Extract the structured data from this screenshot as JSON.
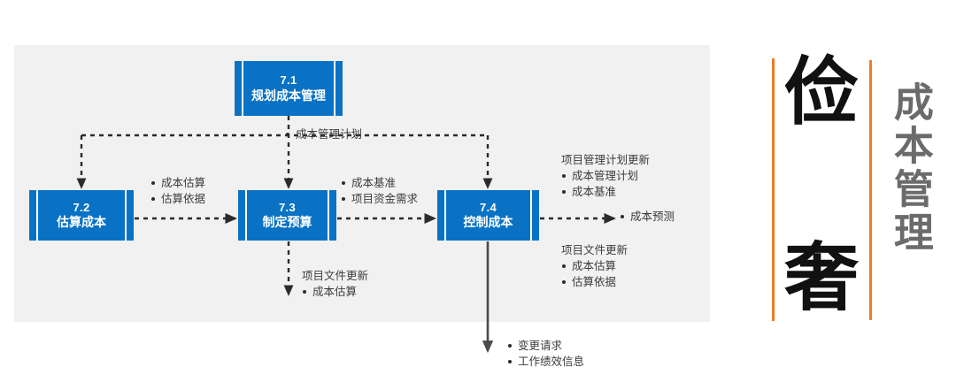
{
  "diagram": {
    "type": "flow",
    "panel_color": "#f1f1f1",
    "box_color": "#0a72c4",
    "boxes": [
      {
        "id": "7.1",
        "number": "7.1",
        "name": "规划成本管理"
      },
      {
        "id": "7.2",
        "number": "7.2",
        "name": "估算成本"
      },
      {
        "id": "7.3",
        "number": "7.3",
        "name": "制定预算"
      },
      {
        "id": "7.4",
        "number": "7.4",
        "name": "控制成本"
      }
    ],
    "annotations": {
      "cost_management_plan": {
        "items": [
          "成本管理计划"
        ]
      },
      "estimates_out": {
        "items": [
          "成本估算",
          "估算依据"
        ]
      },
      "baseline_out": {
        "items": [
          "成本基准",
          "项目资金需求"
        ]
      },
      "pmp_updates": {
        "header": "项目管理计划更新",
        "items": [
          "成本管理计划",
          "成本基准"
        ]
      },
      "forecast": {
        "items": [
          "成本预测"
        ]
      },
      "doc_updates_73": {
        "header": "项目文件更新",
        "items": [
          "成本估算"
        ]
      },
      "doc_updates_74": {
        "header": "项目文件更新",
        "items": [
          "成本估算",
          "估算依据"
        ]
      },
      "bottom_outputs": {
        "items": [
          "变更请求",
          "工作绩效信息"
        ]
      }
    }
  },
  "title_panel": {
    "accent_color": "#f47b20",
    "char_top": "俭",
    "char_bottom": "奢",
    "vertical_title": "成本管理"
  }
}
